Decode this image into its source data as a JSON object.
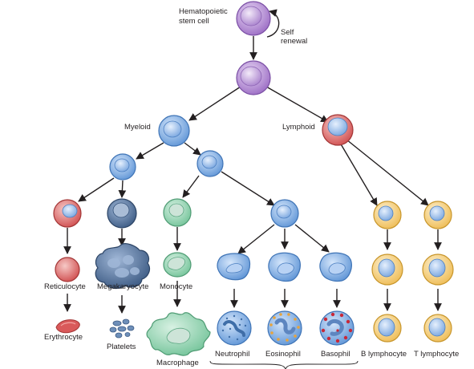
{
  "labels": {
    "stem_cell_line1": "Hematopoietic",
    "stem_cell_line2": "stem cell",
    "self_line1": "Self",
    "self_line2": "renewal",
    "myeloid": "Myeloid",
    "lymphoid": "Lymphoid",
    "reticulocyte": "Reticulocyte",
    "megakaryocyte": "Megakaryocyte",
    "monocyte": "Monocyte",
    "erythrocyte": "Erythrocyte",
    "platelets": "Platelets",
    "macrophage": "Macrophage",
    "neutrophil": "Neutrophil",
    "eosinophil": "Eosinophil",
    "basophil": "Basophil",
    "b_lymphocyte": "B lymphocyte",
    "t_lymphocyte": "T lymphocyte"
  },
  "colors": {
    "stem": "#b48cd2",
    "myeloid": "#6fa0dc",
    "lymphoid_progenitor": "#d9595a",
    "erythroid": "#e07a78",
    "megakaryocyte": "#4f6f98",
    "monocyte": "#8fd0ad",
    "granulocyte": "#8bb6ea",
    "lymphocyte": "#f2cb77",
    "eosinophil_granule": "#e8a43c",
    "basophil_granule": "#c82838"
  }
}
